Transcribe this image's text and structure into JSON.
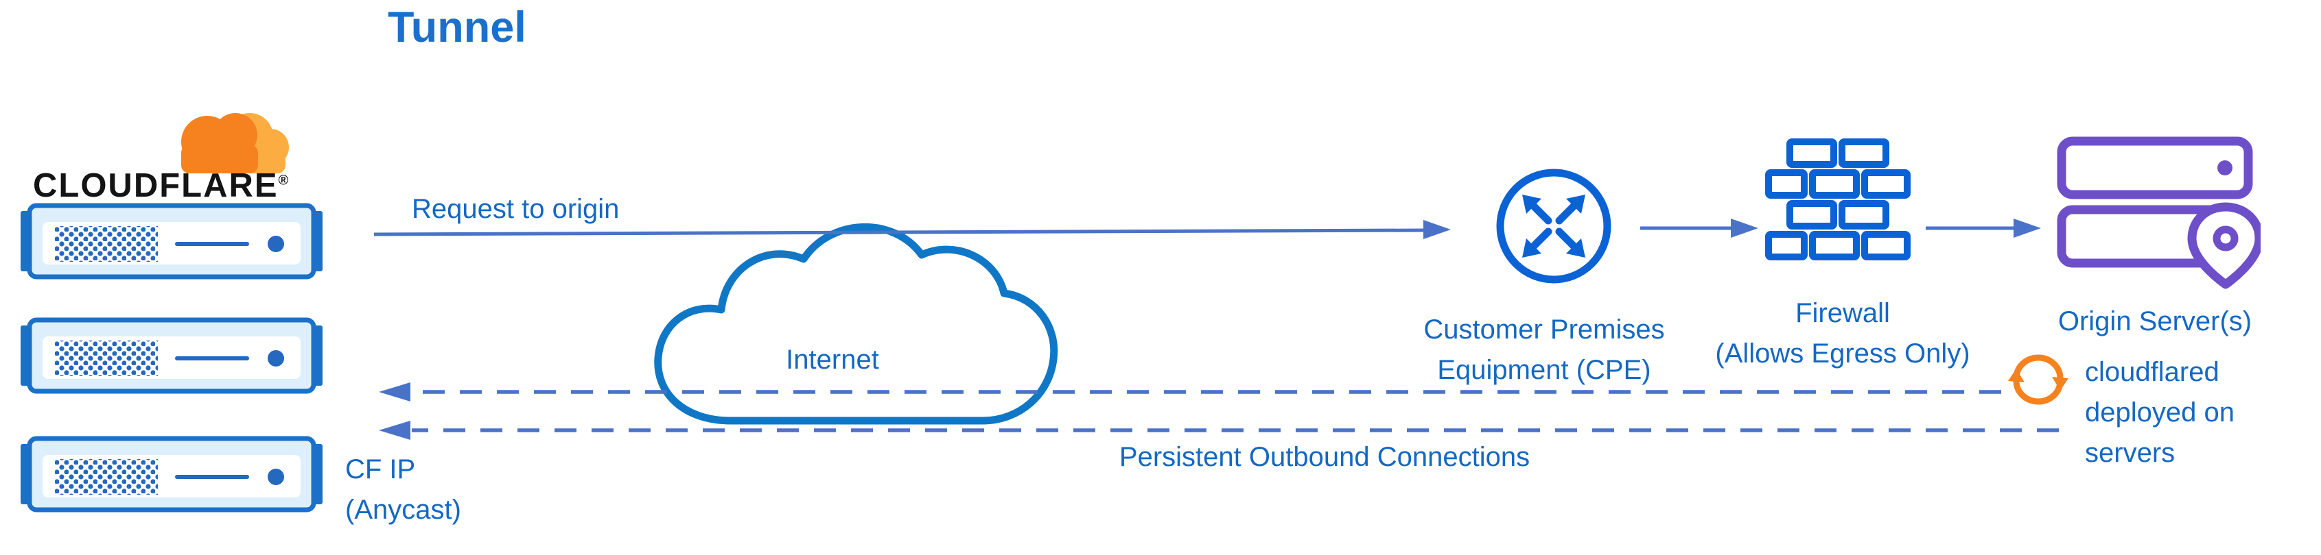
{
  "title": "Tunnel",
  "colors": {
    "title_blue": "#1a70cc",
    "label_blue": "#1468c4",
    "connector_blue": "#4a72c8",
    "icon_blue": "#0b62d4",
    "cloud_outline_blue": "#1077c6",
    "server_blue": "#1b70c8",
    "origin_purple": "#6d4fc9",
    "cloudflare_orange": "#f6821f",
    "cloudflare_orange_light": "#fbad41",
    "logo_text_black": "#141414"
  },
  "cloudflare": {
    "brand": "CLOUDFLARE",
    "registered_mark": "®",
    "cf_ip_line1": "CF IP",
    "cf_ip_line2": "(Anycast)"
  },
  "flow": {
    "request_label": "Request to origin",
    "internet_label": "Internet",
    "persistent_label": "Persistent Outbound Connections"
  },
  "nodes": {
    "cpe": {
      "label_line1": "Customer Premises",
      "label_line2": "Equipment (CPE)"
    },
    "firewall": {
      "label_line1": "Firewall",
      "label_line2": "(Allows Egress Only)"
    },
    "origin": {
      "label": "Origin Server(s)"
    },
    "cloudflared": {
      "label_line1": "cloudflared",
      "label_line2": "deployed on",
      "label_line3": "servers"
    }
  },
  "icons": {
    "cloudflare_logo": "orange-cloud",
    "edge_server": "server-rack",
    "internet": "cloud-outline",
    "cpe": "circle-corner-arrows-router",
    "firewall": "brick-wall",
    "origin_server": "server-stack-with-location-pin",
    "cloudflared": "orange-sync-arrows"
  }
}
